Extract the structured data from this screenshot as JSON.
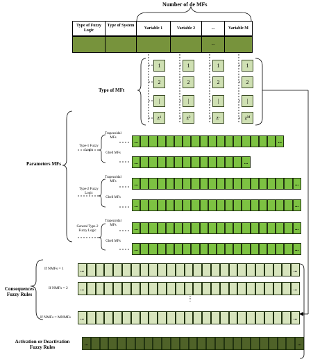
{
  "header": {
    "title": "Number of de MFs",
    "columns": [
      "Type of Fuzzy Logic",
      "Type of System",
      "Variable 1",
      "Variable 2",
      "...",
      "Variable M"
    ],
    "bar_dots": "..."
  },
  "mf_types": {
    "label": "Type of MFt",
    "rows": [
      "1",
      "2",
      "|",
      "z"
    ],
    "subscripts": [
      "1",
      "2",
      "..",
      "M"
    ]
  },
  "parameters": {
    "label": "Parameters MFs",
    "groups": [
      {
        "label": "Type-1 Fuzzy Logic",
        "trap": "Trapezoidal MFs",
        "gbell": "Gbell MFs"
      },
      {
        "label": "Type-2 Fuzzy Logic",
        "trap": "Trapezoidal MFs",
        "gbell": "Gbell MFs"
      },
      {
        "label": "General Type-2 Fuzzy Logic",
        "trap": "Trapezoidal MFs",
        "gbell": "Gbell MFs"
      }
    ],
    "dots": "..."
  },
  "consequences": {
    "label": "Consequences Fuzzy Rules",
    "rows": [
      "If NMFs = 1",
      "If NMFs = 2",
      "If NMFs = MNMFs"
    ],
    "vdots": ":",
    "dots": "..."
  },
  "activation": {
    "label": "Activation or Deactivation Fuzzy Rules",
    "dots": "..."
  },
  "colors": {
    "header_bar": "#77933c",
    "mf_box": "#cfe0b3",
    "bright": "#7dc242",
    "light": "#d7e4bd",
    "dark": "#4f6228",
    "stroke": "#223311"
  }
}
